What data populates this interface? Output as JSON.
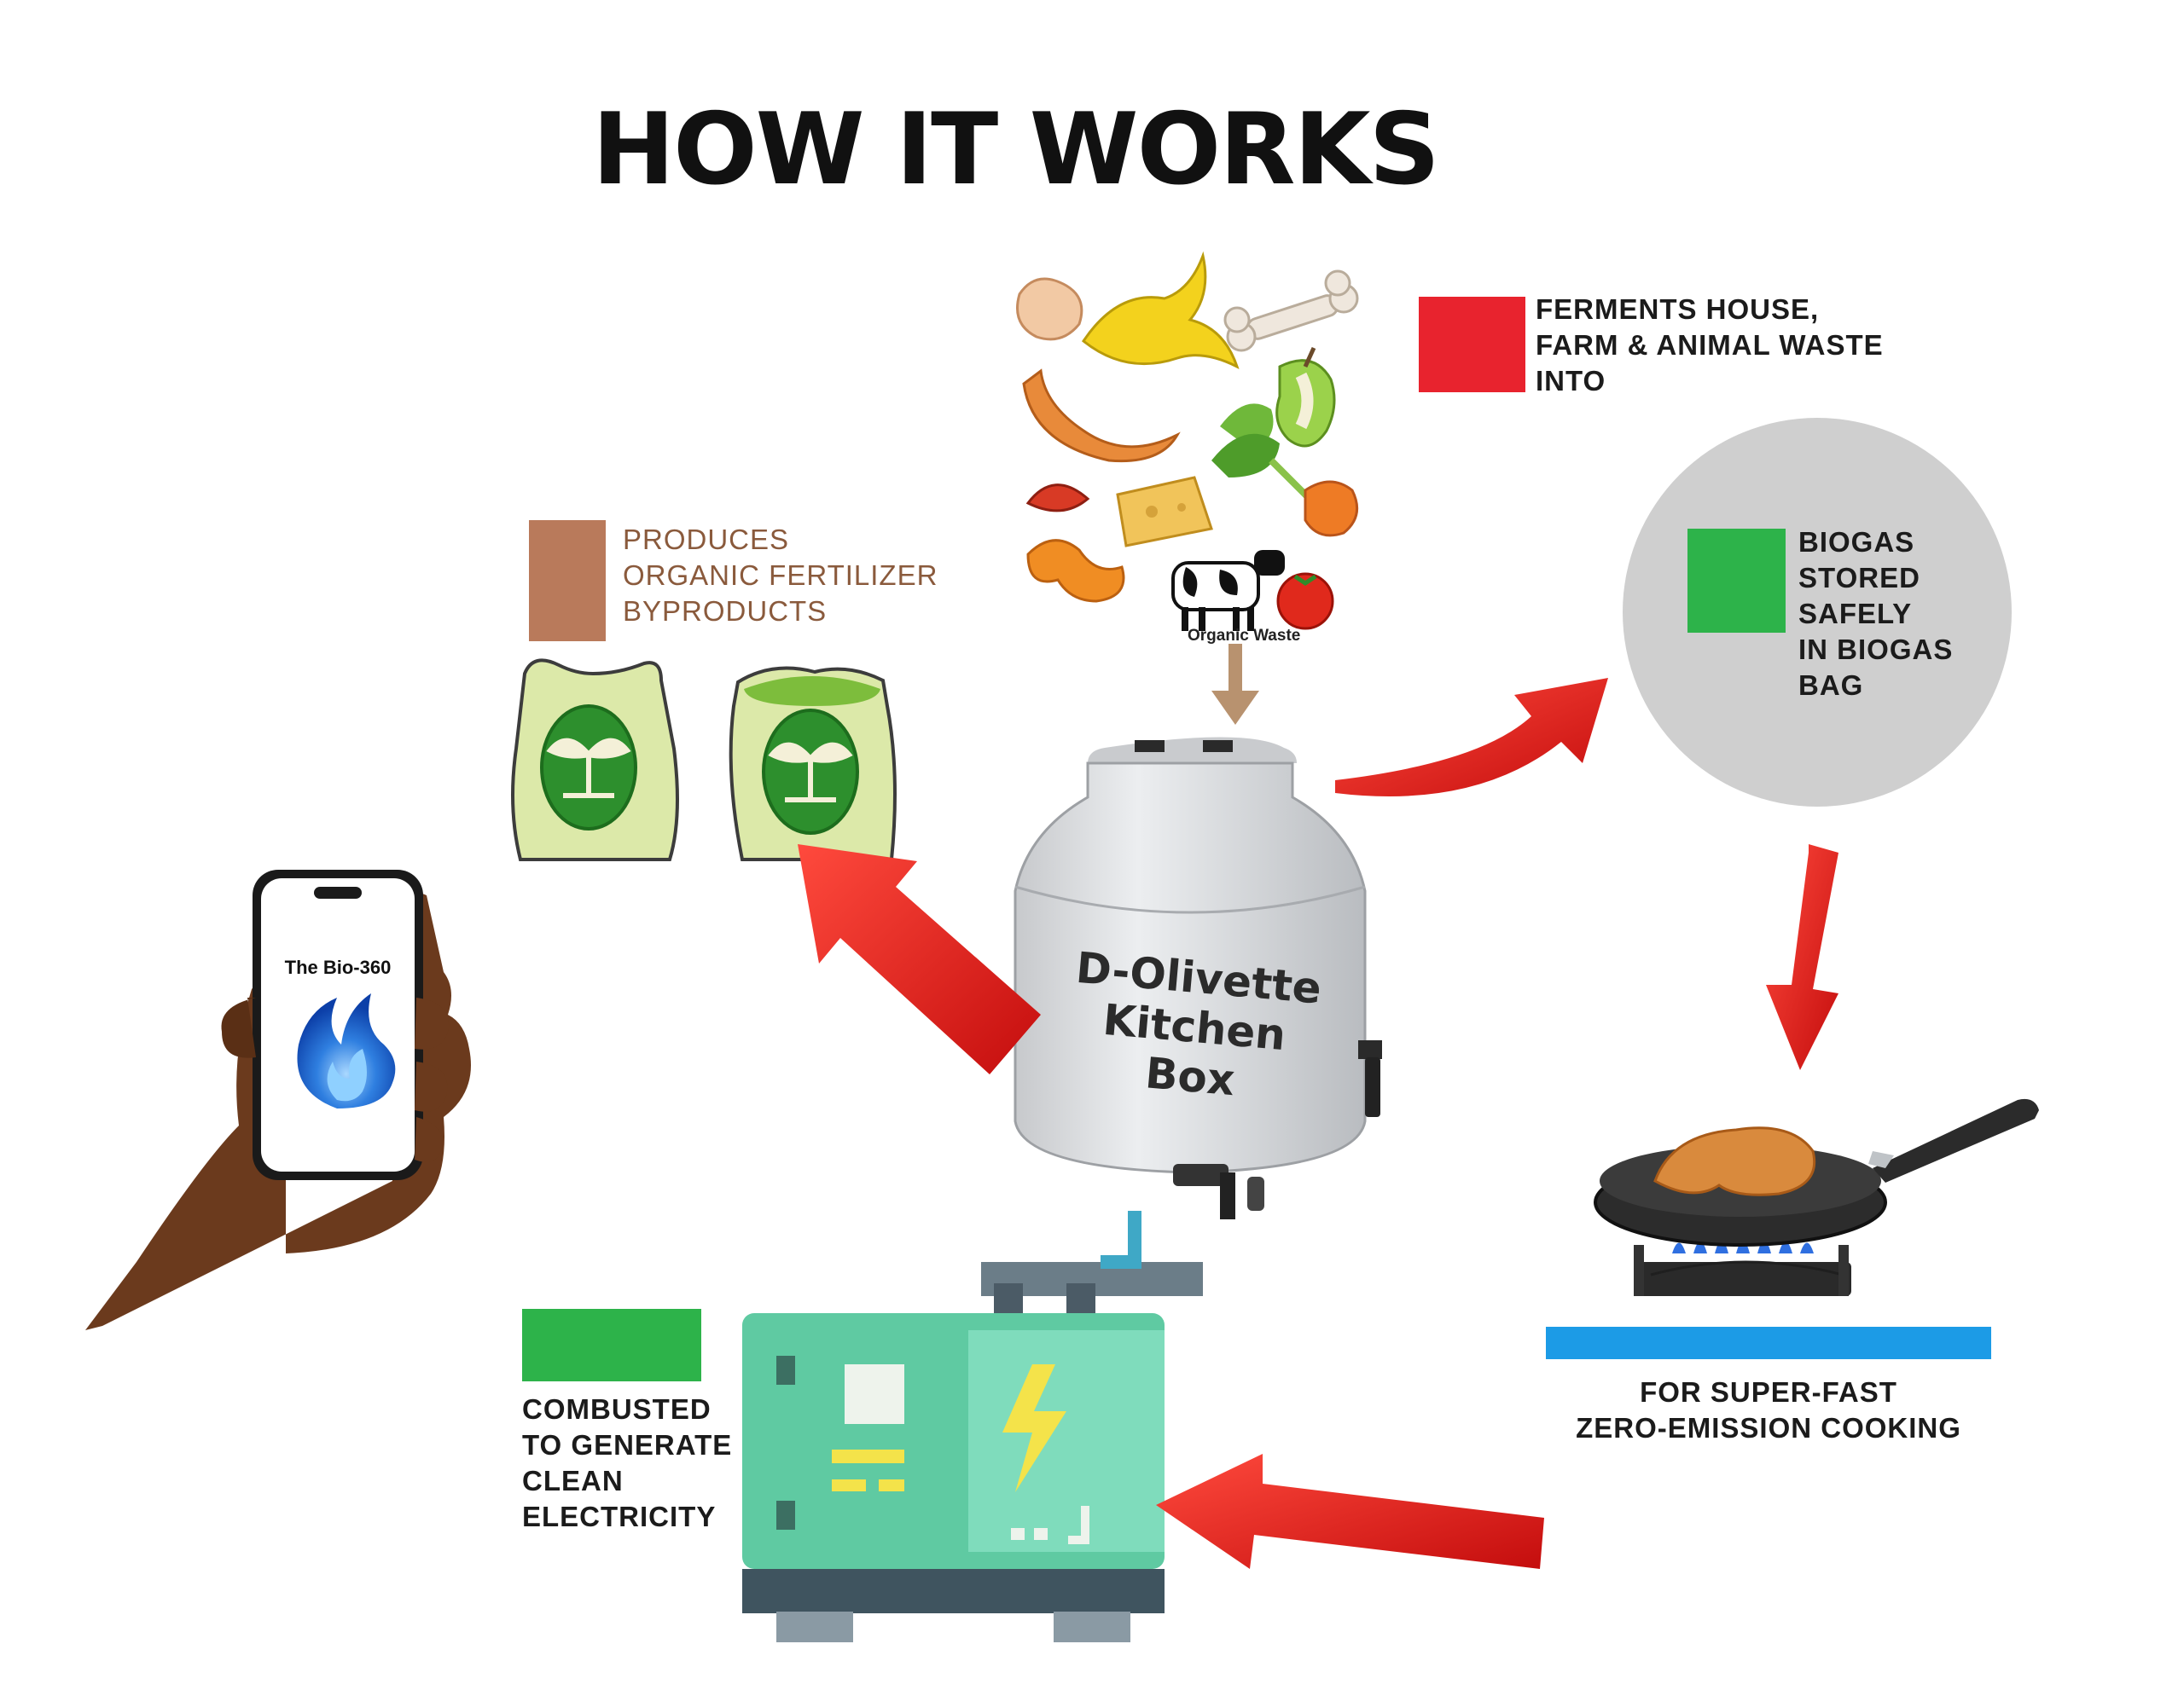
{
  "title": "HOW IT WORKS",
  "steps": {
    "ferment": {
      "lines": [
        "FERMENTS HOUSE,",
        "FARM & ANIMAL WASTE",
        "INTO"
      ],
      "color": "#e8232e"
    },
    "store": {
      "lines": [
        "BIOGAS",
        "STORED",
        "SAFELY",
        "IN BIOGAS",
        "BAG"
      ],
      "color": "#2db34a",
      "circle_color": "#cfcfcf"
    },
    "cook": {
      "lines": [
        "FOR SUPER-FAST",
        "ZERO-EMISSION COOKING"
      ],
      "color": "#1c9be6"
    },
    "electricity": {
      "lines": [
        "COMBUSTED",
        "TO GENERATE",
        "CLEAN",
        "ELECTRICITY"
      ],
      "color": "#2db34a"
    },
    "fertilizer": {
      "lines": [
        "PRODUCES",
        "ORGANIC FERTILIZER",
        "BYPRODUCTS"
      ],
      "color": "#b97a5b",
      "text_color": "#8a5a3c"
    }
  },
  "tank": {
    "line1": "D-Olivette",
    "line2": "Kitchen Box"
  },
  "waste_label": "Organic Waste",
  "phone": {
    "app_name": "The Bio-360"
  },
  "icons": [
    "organic-waste-illustration",
    "fertilizer-bag-icon",
    "biogas-tank-illustration",
    "frying-pan-stove-icon",
    "generator-icon",
    "smartphone-icon",
    "flame-icon",
    "red-arrow-icon"
  ]
}
